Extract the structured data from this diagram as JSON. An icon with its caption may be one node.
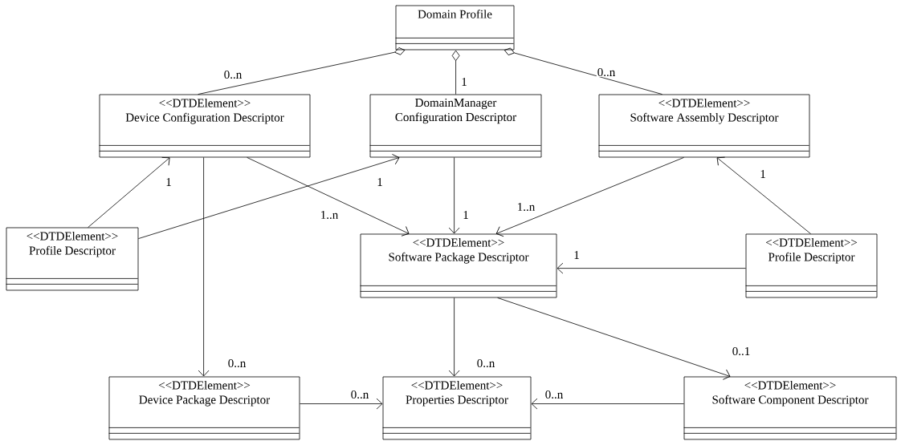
{
  "diagram": {
    "nodes": [
      {
        "text": [
          "Domain Profile"
        ]
      },
      {
        "text": [
          "<<DTDElement>>",
          "Device Configuration Descriptor"
        ]
      },
      {
        "text": [
          "DomainManager Configuration Descriptor"
        ]
      },
      {
        "text": [
          "<<DTDElement>>",
          "Software Assembly Descriptor"
        ]
      },
      {
        "text": [
          "<<DTDElement>>",
          "Profile Descriptor"
        ]
      },
      {
        "text": [
          "<<DTDElement>>",
          "Software Package Descriptor"
        ]
      },
      {
        "text": [
          "<<DTDElement>>",
          "Profile Descriptor"
        ]
      },
      {
        "text": [
          "<<DTDElement>>",
          "Device Package Descriptor"
        ]
      },
      {
        "text": [
          "<<DTDElement>>",
          "Properties Descriptor"
        ]
      },
      {
        "text": [
          "<<DTDElement>>",
          "Software Component Descriptor"
        ]
      }
    ],
    "edges": [
      {
        "from": 1,
        "to": 0,
        "arrow": "other",
        "label": "0..n"
      },
      {
        "from": 2,
        "to": 0,
        "arrow": "other",
        "label": "1"
      },
      {
        "from": 3,
        "to": 0,
        "arrow": "other",
        "label": "0..n"
      },
      {
        "from": 4,
        "to": 1,
        "arrow": "to",
        "label": "1"
      },
      {
        "from": 4,
        "to": 2,
        "arrow": "to",
        "label": "1"
      },
      {
        "from": 1,
        "to": 5,
        "arrow": "to",
        "label": "1..n"
      },
      {
        "from": 2,
        "to": 5,
        "arrow": "to",
        "label": "1"
      },
      {
        "from": 3,
        "to": 5,
        "arrow": "to",
        "label": "1..n"
      },
      {
        "from": 6,
        "to": 3,
        "arrow": "to",
        "label": "1"
      },
      {
        "from": 6,
        "to": 5,
        "arrow": "to",
        "label": "1"
      },
      {
        "from": 1,
        "to": 7,
        "arrow": "to",
        "label": "0..n"
      },
      {
        "from": 5,
        "to": 8,
        "arrow": "to",
        "label": "0..n"
      },
      {
        "from": 5,
        "to": 9,
        "arrow": "to",
        "label": "0..1"
      },
      {
        "from": 7,
        "to": 8,
        "arrow": "to",
        "label": "0..n"
      },
      {
        "from": 9,
        "to": 8,
        "arrow": "to",
        "label": "0..n"
      }
    ]
  }
}
